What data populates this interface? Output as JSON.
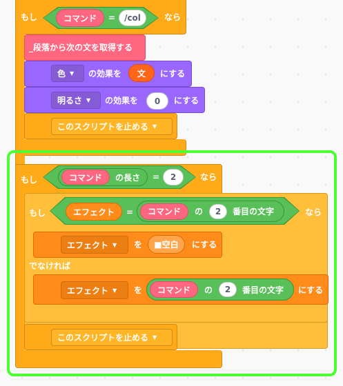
{
  "block1": {
    "if_label": "もし",
    "command_reporter": "コマンド",
    "equals": "=",
    "value": "/col",
    "then_label": "なら",
    "custom_block": "_段落から次の文を取得する",
    "effect1": {
      "dropdown": "色",
      "label": "の効果を",
      "value": "文",
      "suffix": "にする"
    },
    "effect2": {
      "dropdown": "明るさ",
      "label": "の効果を",
      "value": "0",
      "suffix": "にする"
    },
    "stop": "このスクリプトを止める"
  },
  "block2": {
    "if_label": "もし",
    "command_reporter": "コマンド",
    "length_label": "の長さ",
    "equals": "=",
    "length_value": "2",
    "then_label": "なら",
    "inner_if": {
      "if_label": "もし",
      "effect_var": "エフェクト",
      "equals": "=",
      "command_reporter": "コマンド",
      "of_label": "の",
      "index": "2",
      "letter_label": "番目の文字",
      "then_label": "なら"
    },
    "set1": {
      "dropdown": "エフェクト",
      "to_label": "を",
      "value": "■空白",
      "suffix": "にする"
    },
    "else_label": "でなければ",
    "set2": {
      "dropdown": "エフェクト",
      "to_label": "を",
      "command_reporter": "コマンド",
      "of_label": "の",
      "index": "2",
      "letter_label": "番目の文字",
      "suffix": "にする"
    },
    "stop": "このスクリプトを止める"
  },
  "colors": {
    "control": "#ffab19",
    "operators": "#59c059",
    "looks": "#9966ff",
    "variables": "#ff8c1a",
    "custom": "#ff6680",
    "selection": "#4cff33"
  }
}
